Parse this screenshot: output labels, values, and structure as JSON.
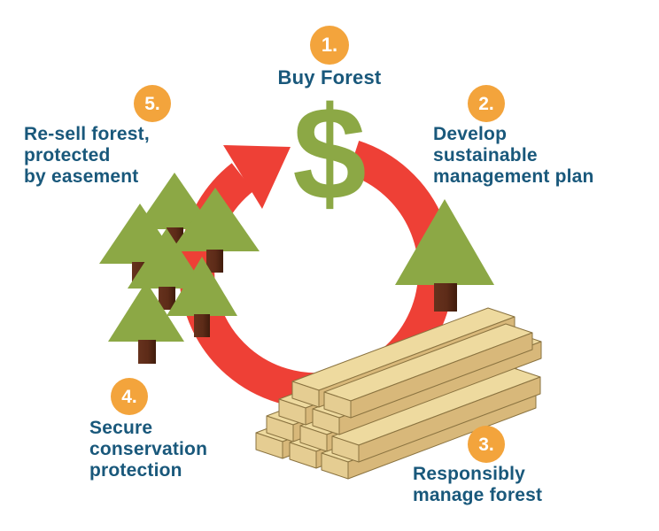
{
  "figure": {
    "description": "Forest investment cycle diagram",
    "dollar_symbol": "$",
    "steps": [
      {
        "number": "1.",
        "lines": [
          "Buy Forest"
        ]
      },
      {
        "number": "2.",
        "lines": [
          "Develop",
          "sustainable",
          "management plan"
        ]
      },
      {
        "number": "3.",
        "lines": [
          "Responsibly",
          "manage forest"
        ]
      },
      {
        "number": "4.",
        "lines": [
          "Secure",
          "conservation",
          "protection"
        ]
      },
      {
        "number": "5.",
        "lines": [
          "Re-sell forest,",
          "protected",
          "by easement"
        ]
      }
    ],
    "icons": {
      "cycle": "red-circular-arrow",
      "step1": "dollar-sign-icon",
      "step2": "pine-tree-icon",
      "step3": "lumber-stack-icon",
      "step5": "pine-tree-cluster-icon"
    },
    "colors": {
      "cycle_red": "#EE4036",
      "foliage_green": "#8CA845",
      "trunk_brown": "#5D2B18",
      "badge_orange": "#F3A43C",
      "text_navy": "#19587B",
      "lumber_top": "#EEDA9F",
      "lumber_side": "#D8B87A",
      "lumber_end": "#E5CD92",
      "badge_text": "#FFFFFF"
    }
  }
}
